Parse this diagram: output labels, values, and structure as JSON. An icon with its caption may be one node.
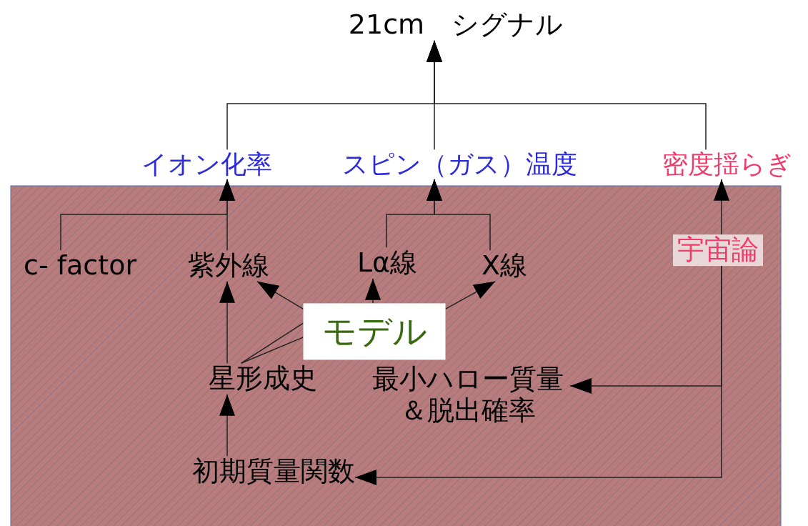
{
  "diagram": {
    "nodes": [
      {
        "text": [
          "21cm　シグナル"
        ]
      },
      {
        "text": [
          "イオン化率"
        ]
      },
      {
        "text": [
          "スピン（ガス）温度"
        ]
      },
      {
        "text": [
          "密度揺らぎ"
        ]
      },
      {
        "text": [
          "c- factor"
        ]
      },
      {
        "text": [
          "紫外線"
        ]
      },
      {
        "text": [
          "Lα線"
        ]
      },
      {
        "text": [
          "X線"
        ]
      },
      {
        "text": [
          "宇宙論"
        ]
      },
      {
        "text": [
          "モデル"
        ]
      },
      {
        "text": [
          "星形成史"
        ]
      },
      {
        "text": [
          "最小ハロー質量＆脱出確率"
        ]
      },
      {
        "text": [
          "初期質量関数"
        ]
      }
    ],
    "edges": [
      {
        "from": 1,
        "to": 0,
        "arrow": "to"
      },
      {
        "from": 2,
        "to": 0,
        "arrow": "to"
      },
      {
        "from": 3,
        "to": 0,
        "arrow": "to"
      },
      {
        "from": 4,
        "to": 1,
        "arrow": "to"
      },
      {
        "from": 5,
        "to": 1,
        "arrow": "to"
      },
      {
        "from": 6,
        "to": 2,
        "arrow": "to"
      },
      {
        "from": 7,
        "to": 2,
        "arrow": "to"
      },
      {
        "from": 8,
        "to": 3,
        "arrow": "to"
      },
      {
        "from": 10,
        "to": 5,
        "arrow": "to"
      },
      {
        "from": 12,
        "to": 10,
        "arrow": "to"
      },
      {
        "from": 8,
        "to": 11,
        "arrow": "to"
      },
      {
        "from": 8,
        "to": 12,
        "arrow": "to"
      },
      {
        "from": 9,
        "to": 5,
        "arrow": "to"
      },
      {
        "from": 9,
        "to": 6,
        "arrow": "to"
      },
      {
        "from": 9,
        "to": 7,
        "arrow": "to"
      },
      {
        "from": 10,
        "to": 9,
        "arrow": "none"
      },
      {
        "from": 10,
        "to": 9,
        "arrow": "none"
      }
    ]
  }
}
